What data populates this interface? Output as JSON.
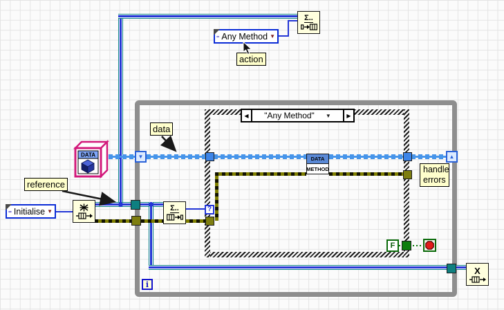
{
  "free_labels": {
    "action": "action",
    "data": "data",
    "reference": "reference",
    "handle_errors": "handle errors"
  },
  "constants": {
    "any_method": {
      "label": "Any Method",
      "dropdown": "▼"
    },
    "initialise": {
      "label": "Initialise",
      "dropdown": "▼"
    },
    "false_const": {
      "label": "F"
    },
    "class_cube": {
      "label": "DATA"
    }
  },
  "case_structure": {
    "selector_label": "\"Any Method\"",
    "left_arrow": "◀",
    "right_arrow": "▶",
    "dropdown": "▼"
  },
  "while_loop": {
    "iteration_label": "i"
  },
  "terminals": {
    "selector_question": "?",
    "shift_register_down": "▼",
    "shift_register_up": "▲"
  },
  "nodes": {
    "method_vi": {
      "line1": "DATA",
      "line2": "METHOD"
    },
    "enqueue": {
      "glyph_top": "Σ.."
    },
    "dequeue": {
      "glyph_top": "Σ.."
    },
    "release": {
      "glyph_top": "X"
    }
  },
  "icons": {
    "create_node_top": "starburst-icon",
    "node_bottom_rows": "queue-icon",
    "stop_terminal": "stop-sign-icon",
    "pointer": "mouse-cursor-icon"
  },
  "colors": {
    "object_wire": "#4795EA",
    "refnum_wire_outer": "#0A8186",
    "refnum_wire_inner": "#2336D6",
    "error_wire": "#7E7E00",
    "boolean_wire": "#087808",
    "loop_border": "#8E8E8E",
    "label_bg": "#FFFFCC",
    "icon_bg": "#FFFFDE",
    "class_accent": "#D2187A",
    "method_header": "#5A89D6"
  }
}
